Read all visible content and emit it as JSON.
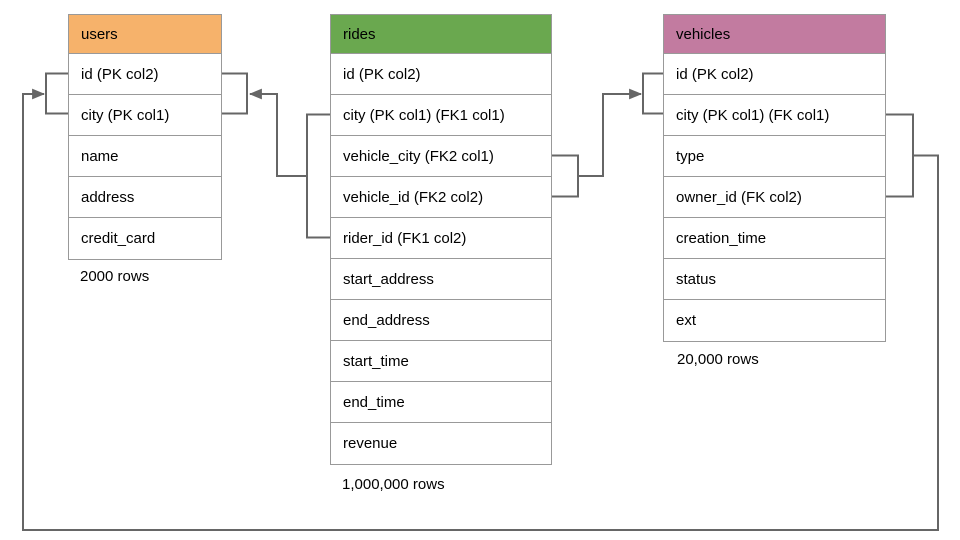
{
  "tables": [
    {
      "name": "users",
      "header_color": "#f6b26b",
      "columns": [
        "id (PK col2)",
        "city (PK col1)",
        "name",
        "address",
        "credit_card"
      ],
      "row_count": "2000 rows"
    },
    {
      "name": "rides",
      "header_color": "#6aa84f",
      "columns": [
        "id (PK col2)",
        "city (PK col1) (FK1 col1)",
        "vehicle_city (FK2 col1)",
        "vehicle_id (FK2 col2)",
        "rider_id (FK1 col2)",
        "start_address",
        "end_address",
        "start_time",
        "end_time",
        "revenue"
      ],
      "row_count": "1,000,000 rows"
    },
    {
      "name": "vehicles",
      "header_color": "#c27ba0",
      "columns": [
        "id (PK col2)",
        "city (PK col1) (FK col1)",
        "type",
        "owner_id (FK col2)",
        "creation_time",
        "status",
        "ext"
      ],
      "row_count": "20,000 rows"
    }
  ],
  "relationships": [
    {
      "name": "FK1",
      "from": "rides (city, rider_id)",
      "to": "users (id, city)"
    },
    {
      "name": "FK2",
      "from": "rides (vehicle_city, vehicle_id)",
      "to": "vehicles (id, city)"
    },
    {
      "name": "FK",
      "from": "vehicles (city, owner_id)",
      "to": "users (id, city)"
    }
  ],
  "colors": {
    "connector": "#666666",
    "table_border": "#999999",
    "text": "#000000",
    "background": "#ffffff"
  }
}
